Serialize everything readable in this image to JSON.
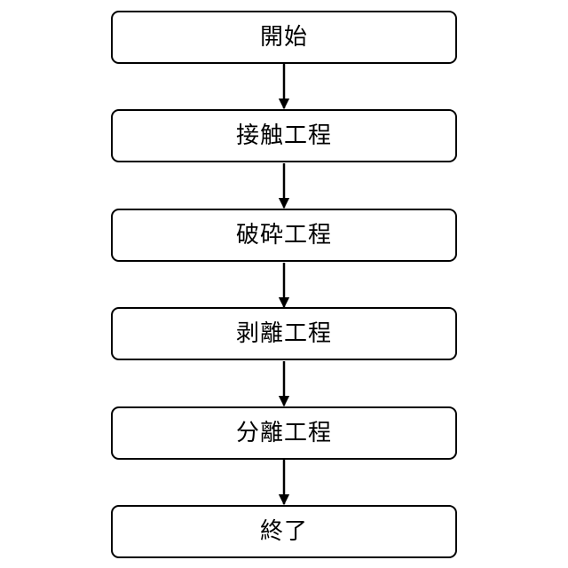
{
  "flowchart": {
    "steps": [
      {
        "label": "開始"
      },
      {
        "label": "接触工程"
      },
      {
        "label": "破砕工程"
      },
      {
        "label": "剥離工程"
      },
      {
        "label": "分離工程"
      },
      {
        "label": "終了"
      }
    ]
  },
  "colors": {
    "stroke": "#000000",
    "fill": "#ffffff"
  }
}
